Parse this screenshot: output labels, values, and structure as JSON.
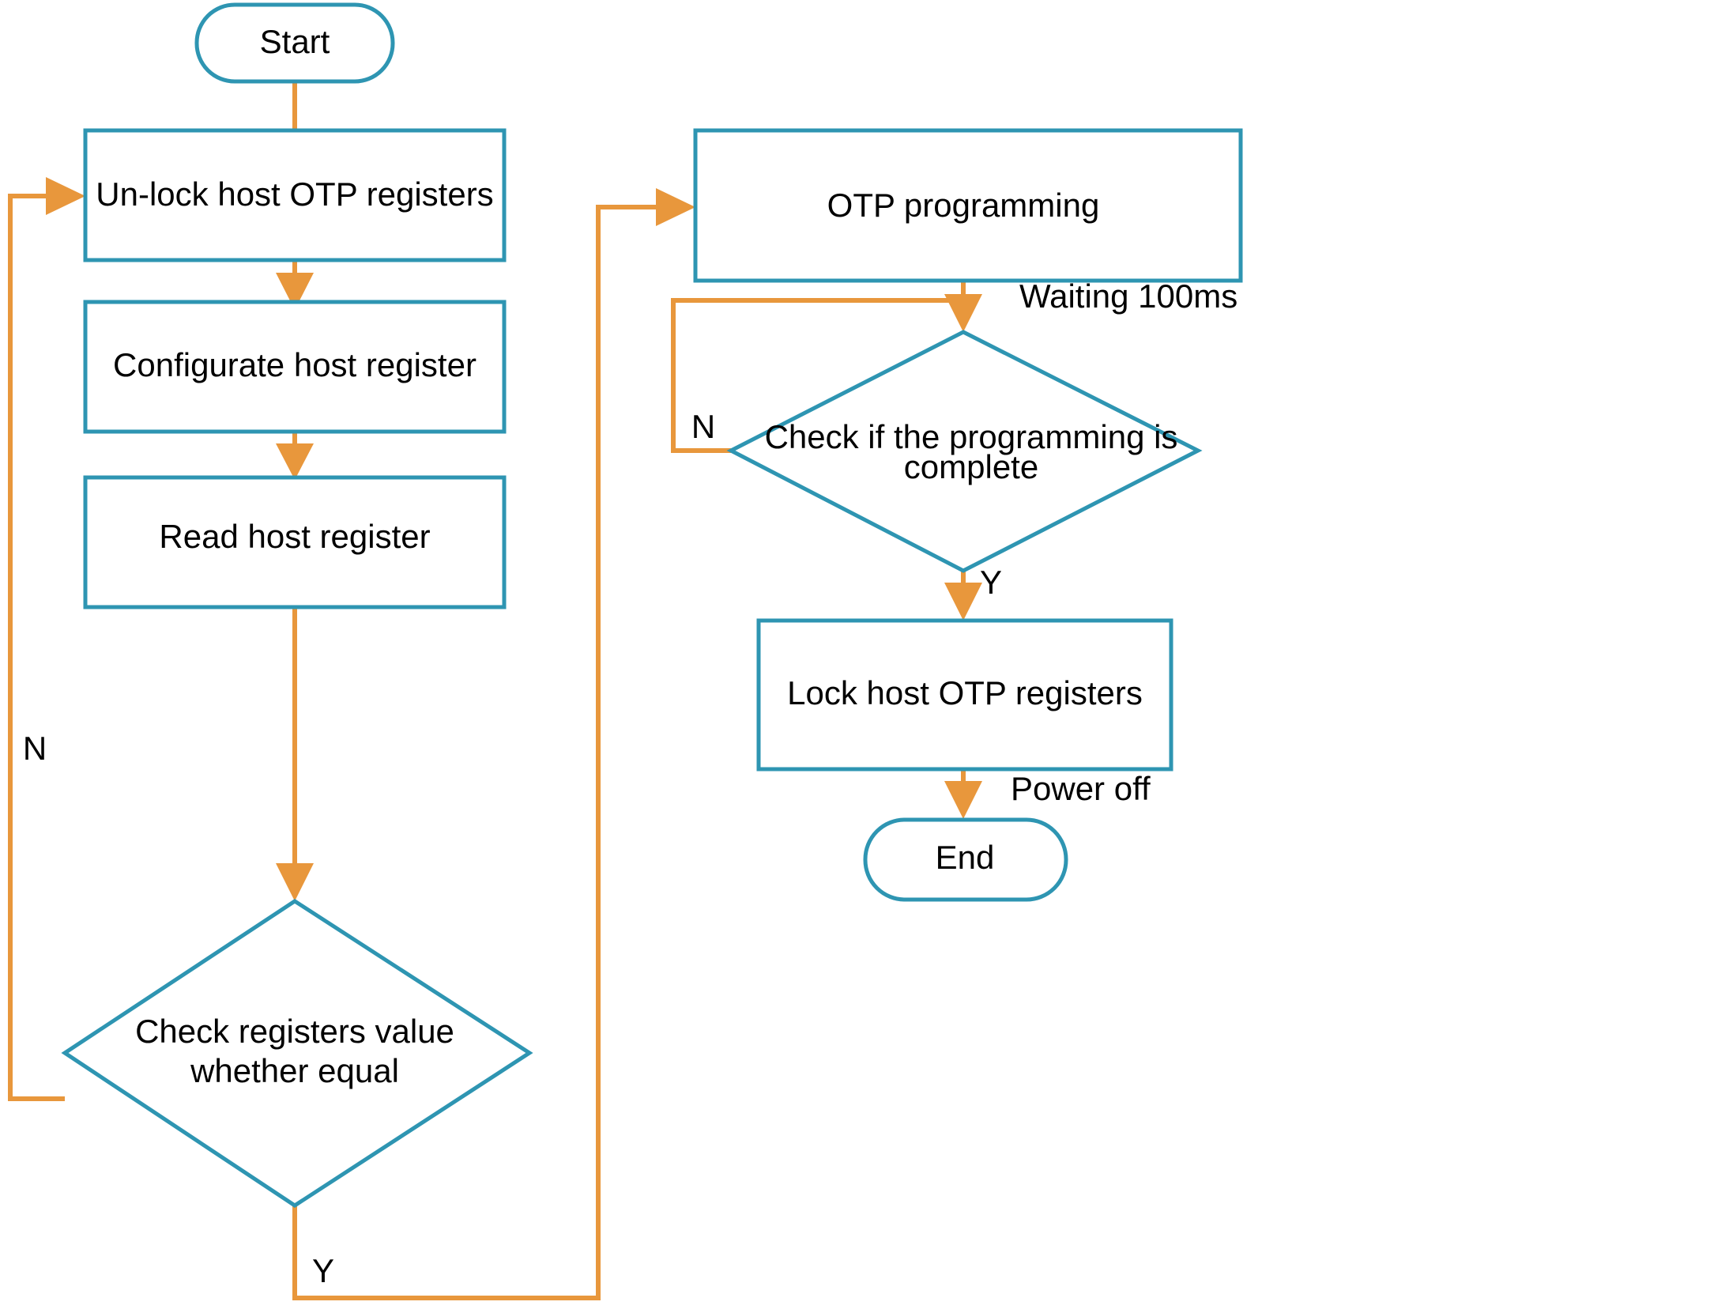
{
  "diagram": {
    "title": "OTP programming flowchart",
    "colors": {
      "node_stroke": "#2E95B2",
      "connector": "#E8973C",
      "node_fill": "#ffffff",
      "text": "#000000",
      "background": "#ffffff"
    },
    "nodes": [
      {
        "id": "start",
        "type": "terminator",
        "label": "Start"
      },
      {
        "id": "unlock",
        "type": "process",
        "label": "Un-lock host OTP registers"
      },
      {
        "id": "configurate",
        "type": "process",
        "label": "Configurate host register"
      },
      {
        "id": "read",
        "type": "process",
        "label": "Read host register"
      },
      {
        "id": "check-equal",
        "type": "decision",
        "label_line1": "Check registers value",
        "label_line2": "whether equal"
      },
      {
        "id": "otp-program",
        "type": "process",
        "label": "OTP programming"
      },
      {
        "id": "check-done",
        "type": "decision",
        "label_line1": "Check if the programming is",
        "label_line2": "complete"
      },
      {
        "id": "lock",
        "type": "process",
        "label": "Lock host OTP registers"
      },
      {
        "id": "end",
        "type": "terminator",
        "label": "End"
      }
    ],
    "edge_labels": {
      "check_equal_no": "N",
      "check_equal_yes": "Y",
      "waiting": "Waiting 100ms",
      "check_done_no": "N",
      "check_done_yes": "Y",
      "power_off": "Power off"
    }
  }
}
